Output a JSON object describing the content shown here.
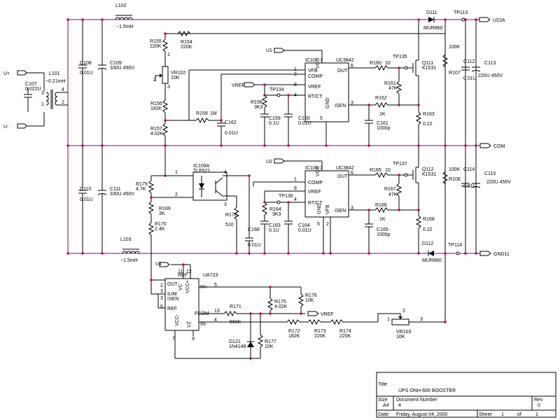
{
  "inputs": {
    "uplus": "U+",
    "uminus": "U-"
  },
  "outputs": {
    "u22a": "U22A",
    "com": "COM",
    "gnd11": "GND11"
  },
  "inductors": {
    "l101": {
      "ref": "L101",
      "value": "~0.21mH"
    },
    "l102": {
      "ref": "L102",
      "value": "~1.5mH"
    },
    "l103": {
      "ref": "L103",
      "value": "~1.5mH"
    }
  },
  "caps": {
    "c107": {
      "ref": "C107",
      "value": "0.022U"
    },
    "c108": {
      "ref": "C108",
      "value": "0.01U"
    },
    "c109": {
      "ref": "C109",
      "value": "330U 450V"
    },
    "c110": {
      "ref": "C110",
      "value": "0.01U"
    },
    "c111": {
      "ref": "C111",
      "value": "330U 450V"
    },
    "c162": {
      "ref": "C162",
      "value": "0.01U"
    },
    "c159": {
      "ref": "C159",
      "value": "0.1U"
    },
    "c160": {
      "ref": "C160",
      "value": "0.01U"
    },
    "c161": {
      "ref": "C161",
      "value": "1000p"
    },
    "c112": {
      "ref": "C112",
      "value": "0.01U"
    },
    "c113": {
      "ref": "C113",
      "value": "220U 450V"
    },
    "c166": {
      "ref": "C166",
      "value": "0.01U"
    },
    "c163": {
      "ref": "C163",
      "value": "0.1U"
    },
    "c164": {
      "ref": "C164",
      "value": "0.01U"
    },
    "c165": {
      "ref": "C165",
      "value": "1000p"
    },
    "c114": {
      "ref": "C114",
      "value": "0.01U"
    },
    "c115": {
      "ref": "C115",
      "value": "220U 450V"
    }
  },
  "resistors": {
    "r155": {
      "ref": "R155",
      "value": "220K"
    },
    "r154": {
      "ref": "R154",
      "value": "220K"
    },
    "vr102": {
      "ref": "VR102",
      "value": "10K"
    },
    "r156": {
      "ref": "R156",
      "value": "182K"
    },
    "r157": {
      "ref": "R157",
      "value": "4.02K"
    },
    "r159": {
      "ref": "R159",
      "value": "1M"
    },
    "r158": {
      "ref": "R158",
      "value": "3K3"
    },
    "r160": {
      "ref": "R160",
      "value": "10"
    },
    "r161": {
      "ref": "R161",
      "value": "47K"
    },
    "r162": {
      "ref": "R162",
      "value": "1K"
    },
    "r163": {
      "ref": "R163",
      "value": "0.22"
    },
    "r107": {
      "ref": "R107",
      "value": "100K"
    },
    "r179": {
      "ref": "R179",
      "value": "4.7K"
    },
    "r169": {
      "ref": "R169",
      "value": "3K"
    },
    "r170": {
      "ref": "R170",
      "value": "2.4K"
    },
    "r178": {
      "ref": "R178",
      "value": "510"
    },
    "r164": {
      "ref": "R164",
      "value": "3K3"
    },
    "r165": {
      "ref": "R165",
      "value": "10"
    },
    "r167": {
      "ref": "R167",
      "value": "47K"
    },
    "r166": {
      "ref": "R166",
      "value": "1K"
    },
    "r168": {
      "ref": "R168",
      "value": "0.22"
    },
    "r108": {
      "ref": "R108",
      "value": "100K"
    },
    "r171": {
      "ref": "R171",
      "value": "560K"
    },
    "r175": {
      "ref": "R175",
      "value": "4.02K"
    },
    "r176": {
      "ref": "R176",
      "value": "10K"
    },
    "r177": {
      "ref": "R177",
      "value": "10K"
    },
    "r172": {
      "ref": "R172",
      "value": "182K"
    },
    "r173": {
      "ref": "R173",
      "value": "220K"
    },
    "r174": {
      "ref": "R174",
      "value": "220K"
    },
    "vr103": {
      "ref": "VR103",
      "value": "10K"
    }
  },
  "semis": {
    "d111": {
      "ref": "D111",
      "value": "MUR860"
    },
    "d112": {
      "ref": "D112",
      "value": "MUR860"
    },
    "d121": {
      "ref": "D121",
      "value": "1N4148"
    },
    "q111": {
      "ref": "Q111",
      "value": "K1531"
    },
    "q112": {
      "ref": "Q112",
      "value": "K1531"
    },
    "ic109": {
      "ref": "IC109A",
      "value": "TLP521"
    }
  },
  "testpoints": {
    "tp113": "TP113",
    "tp114": "TP114",
    "tp134": "TP134",
    "tp135": "TP135",
    "tp136": "TP136",
    "tp137": "TP137"
  },
  "ic107": {
    "ref": "IC107",
    "part": "UC3842",
    "vcc": "VCC",
    "gnd": "GND",
    "out": "OUT",
    "vfb": "VFB",
    "comp": "COMP",
    "vref": "VREF",
    "rtct": "RT/CT",
    "isen": "ISEN"
  },
  "ic108": {
    "ref": "IC108",
    "part": "UC3842",
    "vcc": "VCC",
    "gnd": "GND",
    "out": "OUT",
    "vfb": "VFB",
    "comp": "COMP",
    "vref": "VREF",
    "rtct": "RT/CT",
    "isen": "ISEN"
  },
  "ic110": {
    "ref": "REF",
    "part": "UA723",
    "out": "OUT",
    "vc": "VC",
    "vccp": "VCC+",
    "ilim": "ILIM",
    "isen": "ISEN",
    "inp": "IN+",
    "fcom": "FCOM",
    "inm": "IN-",
    "vccm": "VCC-",
    "vz": "VZ"
  },
  "nets": {
    "u1": "U1",
    "u2": "U2",
    "vref": "VREF"
  },
  "title_block": {
    "title_label": "Title",
    "title": "UPS ONH-600 BOOSTER",
    "size_label": "Size",
    "size": "A4",
    "docnum_label": "Document Number",
    "docnum": "4",
    "rev_label": "Rev",
    "rev": "0",
    "date_label": "Date:",
    "date": "Friday, August 04, 2000",
    "sheet_label": "Sheet",
    "sheet": "1",
    "of_label": "of",
    "of": "1"
  }
}
